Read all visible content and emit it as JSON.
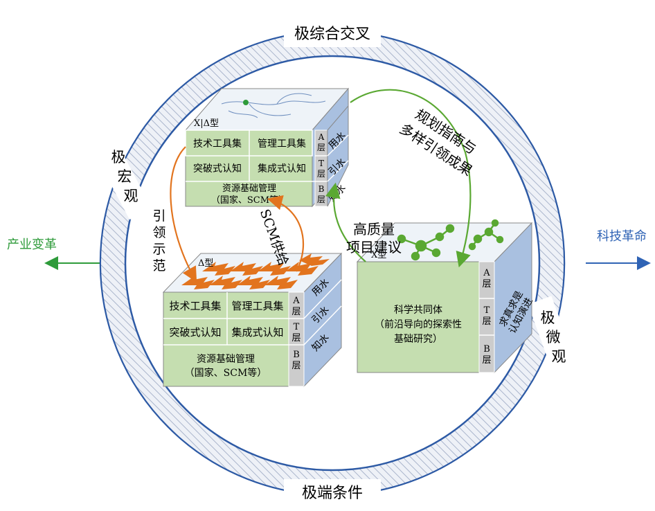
{
  "ring": {
    "top_label": "极综合交叉",
    "bottom_label": "极端条件",
    "left_label": "极宏观",
    "right_label": "极微观"
  },
  "outer": {
    "left_label": "产业变革",
    "right_label": "科技革命",
    "left_color": "#2e9b3a",
    "right_color": "#2f63b5"
  },
  "top_box": {
    "type_label": "X|Δ型",
    "row1": [
      "技术工具集",
      "管理工具集"
    ],
    "row2": [
      "突破式认知",
      "集成式认知"
    ],
    "row3_line1": "资源基础管理",
    "row3_line2": "（国家、SCM等）",
    "layers": [
      "A层",
      "T层",
      "B层"
    ],
    "side": [
      "用水",
      "引水",
      "知水"
    ]
  },
  "bottom_left_box": {
    "type_label": "Δ型",
    "row1": [
      "技术工具集",
      "管理工具集"
    ],
    "row2": [
      "突破式认知",
      "集成式认知"
    ],
    "row3_line1": "资源基础管理",
    "row3_line2": "（国家、SCM等）",
    "layers": [
      "A层",
      "T层",
      "B层"
    ],
    "side": [
      "用水",
      "引水",
      "知水"
    ]
  },
  "right_box": {
    "type_label": "X型",
    "main_line1": "科学共同体",
    "main_line2": "（前沿导向的探索性",
    "main_line3": "基础研究）",
    "layers": [
      "A层",
      "T层",
      "B层"
    ],
    "side_line1": "求真求是",
    "side_line2": "认知演进"
  },
  "arrows": {
    "guide_label": "引领示范",
    "scm_label": "SCM供给",
    "proposal_line1": "高质量",
    "proposal_line2": "项目建议",
    "plan_line1": "规划指南与",
    "plan_line2": "多样引领成果"
  },
  "colors": {
    "green_fill": "#c5deb0",
    "blue_side": "#a9c0e0",
    "gray_layer": "#cccccc",
    "orange": "#e2741e",
    "green_arrow": "#5aa832"
  }
}
